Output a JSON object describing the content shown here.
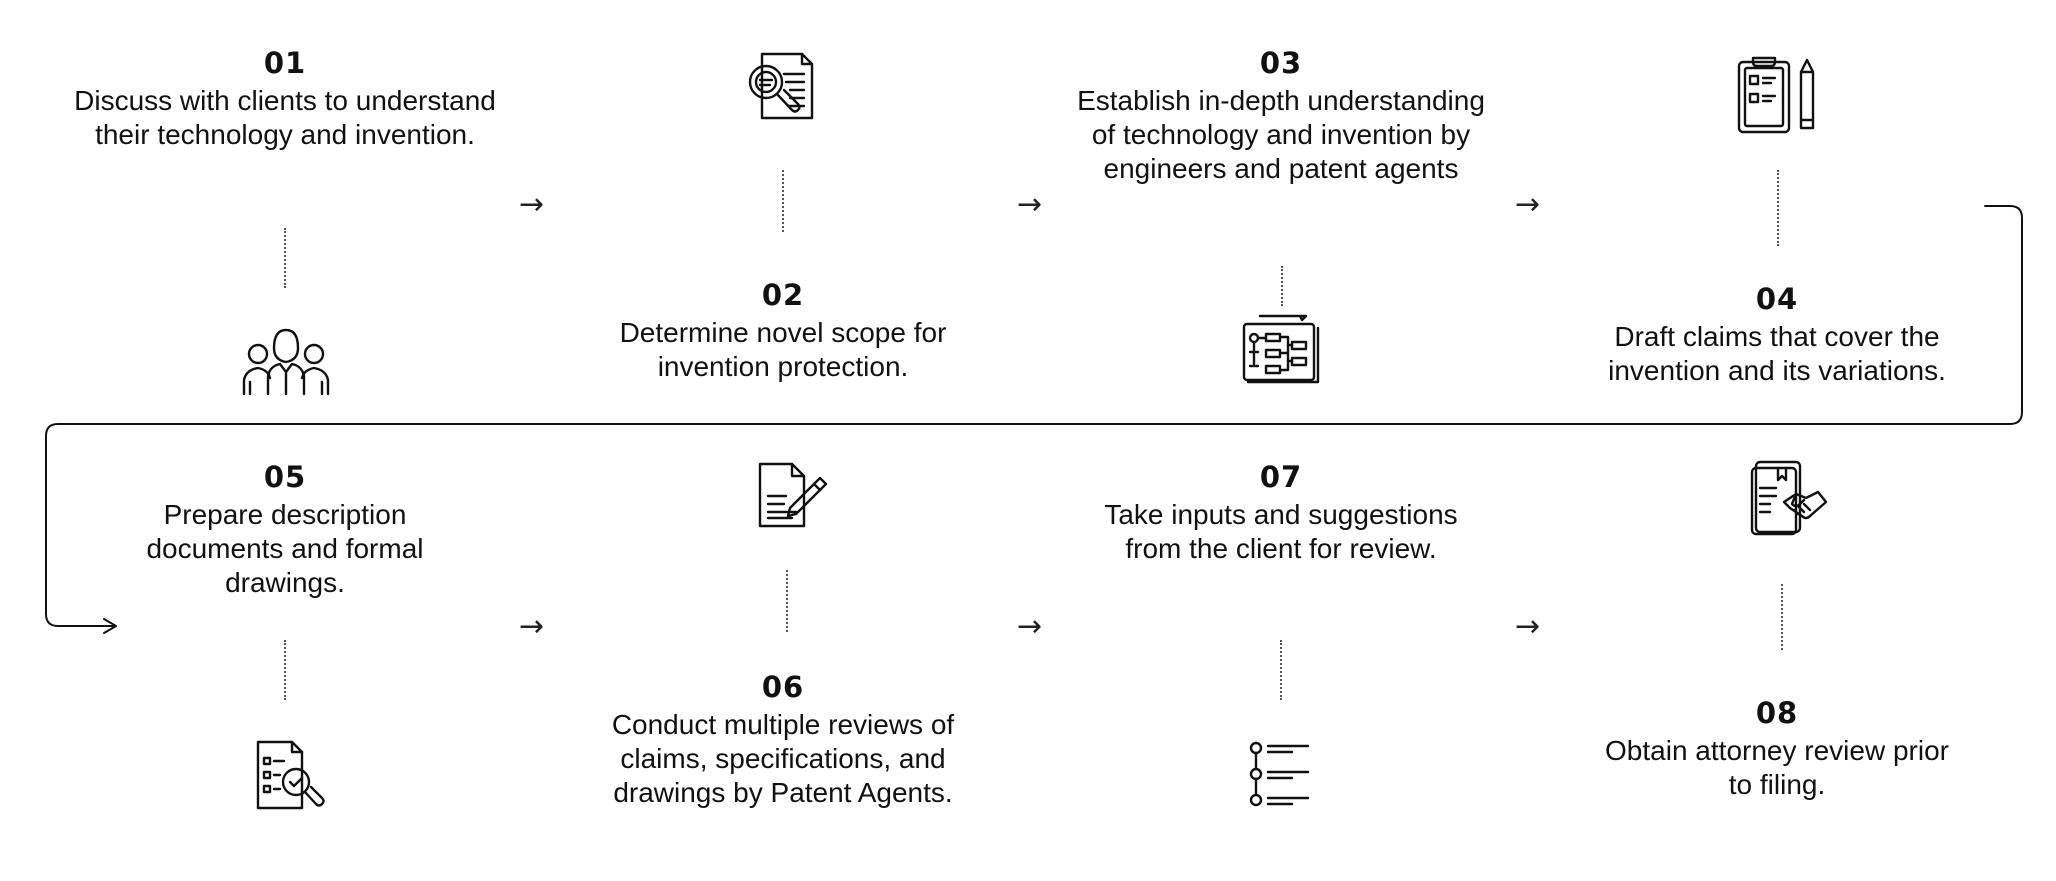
{
  "steps": [
    {
      "num": "01",
      "text": "Discuss with clients to understand their technology and invention."
    },
    {
      "num": "02",
      "text": "Determine novel scope for invention protection."
    },
    {
      "num": "03",
      "text": "Establish in-depth understanding of technology and invention by engineers and patent agents"
    },
    {
      "num": "04",
      "text": "Draft claims that cover the invention and its variations."
    },
    {
      "num": "05",
      "text": "Prepare description documents and formal drawings."
    },
    {
      "num": "06",
      "text": "Conduct multiple reviews of claims, specifications, and drawings by Patent Agents."
    },
    {
      "num": "07",
      "text": "Take inputs and suggestions from the client for review."
    },
    {
      "num": "08",
      "text": "Obtain attorney review prior to filing."
    }
  ],
  "arrow_glyph": "→",
  "icons": [
    "team-icon",
    "document-search-icon",
    "flowchart-board-icon",
    "clipboard-pencil-icon",
    "document-review-icon",
    "document-edit-icon",
    "checklist-icon",
    "agreement-document-icon"
  ],
  "colors": {
    "line": "#111111",
    "background": "#ffffff"
  }
}
